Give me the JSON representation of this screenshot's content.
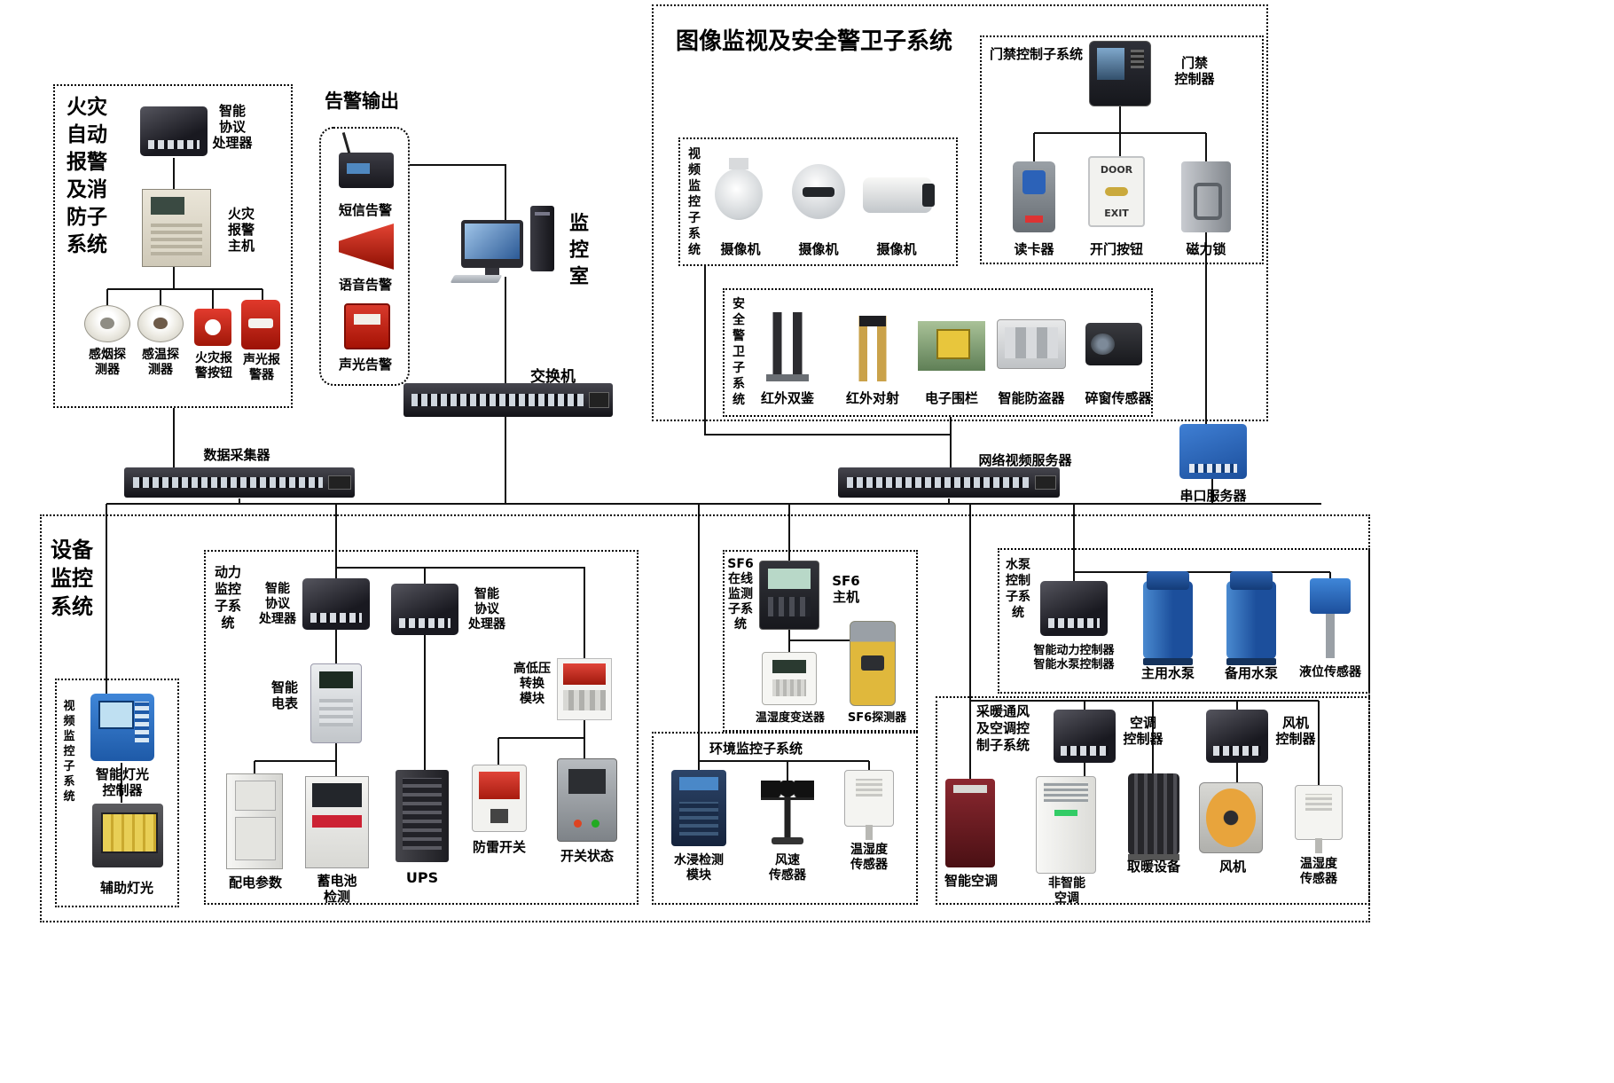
{
  "colors": {
    "wire": "#111111",
    "box_border": "#000000",
    "alarm_red": "#c42718",
    "device_blue": "#2f6fd0",
    "pump_blue": "#2b6fc0"
  },
  "fire": {
    "title": "火灾\n自动\n报警\n及消\n防子\n系统",
    "processor": "智能\n协议\n处理器",
    "host": "火灾\n报警\n主机",
    "smoke": "感烟探\n测器",
    "temp": "感温探\n测器",
    "button": "火灾报\n警按钮",
    "sounder": "声光报\n警器"
  },
  "alarm": {
    "title": "告警输出",
    "sms": "短信告警",
    "voice": "语音告警",
    "strobe": "声光告警"
  },
  "room": {
    "label": "监\n控\n室",
    "switch": "交换机"
  },
  "imgsec": {
    "title": "图像监视及安全警卫子系统",
    "video": {
      "title": "视\n频\n监\n控\n子\n系\n统",
      "cam1": "摄像机",
      "cam2": "摄像机",
      "cam3": "摄像机"
    },
    "access": {
      "title": "门禁控制子系统",
      "controller": "门禁\n控制器",
      "reader": "读卡器",
      "open_btn": "开门按钮",
      "lock": "磁力锁",
      "door": "DOOR",
      "exit": "EXIT"
    },
    "guard": {
      "title": "安\n全\n警\n卫\n子\n系\n统",
      "ir_dual": "红外双鉴",
      "ir_beam": "红外对射",
      "fence": "电子围栏",
      "burglar": "智能防盗器",
      "window": "碎窗传感器"
    }
  },
  "net": {
    "collector": "数据采集器",
    "nvr": "网络视频服务器",
    "serial": "串口服务器"
  },
  "equip": {
    "title": "设备\n监控\n系统",
    "videosub": {
      "title": "视\n频\n监\n控\n子\n系\n统",
      "light_ctrl": "智能灯光\n控制器",
      "aux_light": "辅助灯光"
    },
    "power": {
      "title": "动力\n监控\n子系\n统",
      "proc1": "智能\n协议\n处理器",
      "proc2": "智能\n协议\n处理器",
      "meter": "智能\n电表",
      "hv": "高低压\n转换\n模块",
      "dist": "配电参数",
      "battery": "蓄电池\n检测",
      "ups": "UPS",
      "surge": "防雷开关",
      "sw_status": "开关状态"
    },
    "sf6": {
      "title": "SF6\n在线\n监测\n子系\n统",
      "host": "SF6\n主机",
      "transmitter": "温湿度变送器",
      "detector": "SF6探测器"
    },
    "env": {
      "title": "环境监控子系统",
      "water": "水浸检测\n模块",
      "wind": "风速\n传感器",
      "th": "温湿度\n传感器"
    },
    "pump": {
      "title": "水泵\n控制\n子系\n统",
      "controller": "智能动力控制器\n智能水泵控制器",
      "main": "主用水泵",
      "backup": "备用水泵",
      "level": "液位传感器"
    },
    "hvac": {
      "title": "采暖通风\n及空调控\n制子系统",
      "ac_ctrl": "空调\n控制器",
      "fan_ctrl": "风机\n控制器",
      "smart_ac": "智能空调",
      "plain_ac": "非智能\n空调",
      "heater": "取暖设备",
      "fan": "风机",
      "th": "温湿度\n传感器"
    }
  }
}
